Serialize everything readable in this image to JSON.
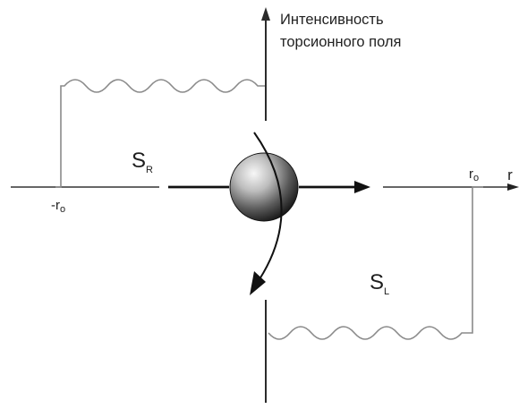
{
  "diagram": {
    "y_axis_label_line1": "Интенсивность",
    "y_axis_label_line2": "торсионного поля",
    "x_axis_label": "r",
    "left_region": {
      "main": "S",
      "sub": "R"
    },
    "right_region": {
      "main": "S",
      "sub": "L"
    },
    "neg_radius": {
      "prefix": "-r",
      "sub": "o"
    },
    "pos_radius": {
      "prefix": "r",
      "sub": "o"
    }
  },
  "colors": {
    "line": "#333333",
    "wave": "#8a8a8a",
    "sphere_light": "#f2f2f2",
    "sphere_dark": "#1a1a1a"
  }
}
